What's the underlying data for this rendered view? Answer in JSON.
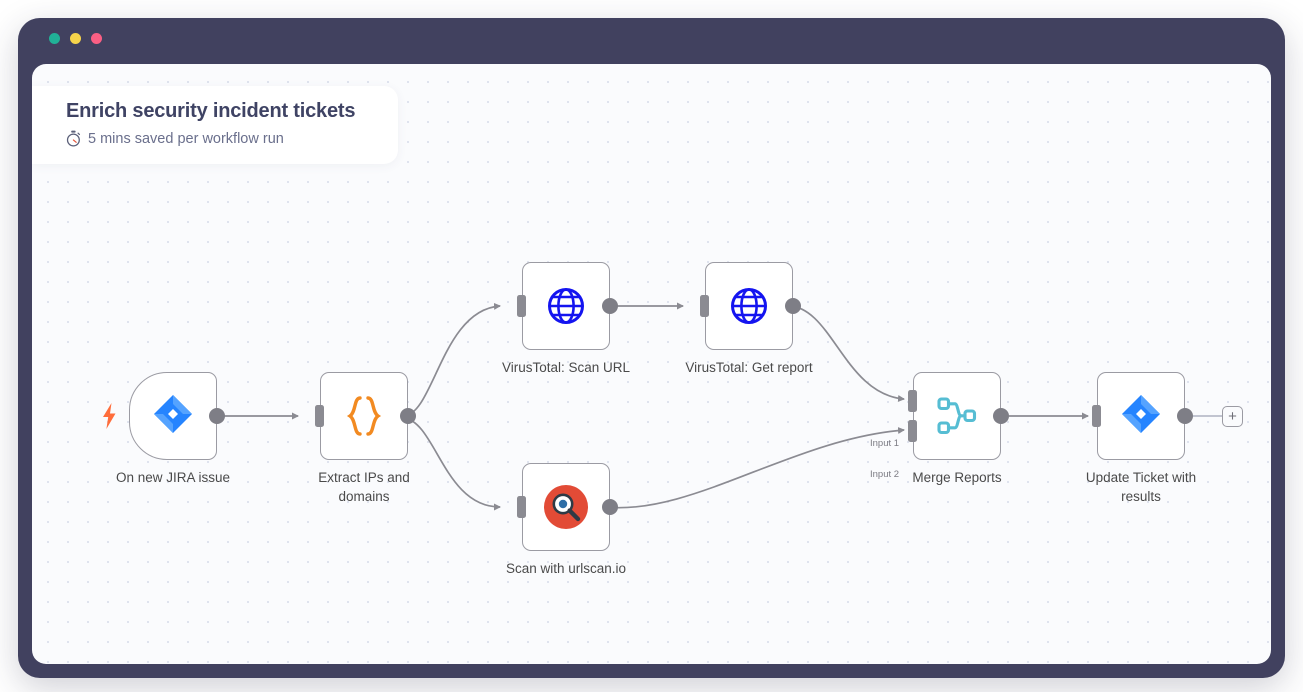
{
  "window": {
    "traffic_lights": [
      {
        "name": "close",
        "color": "#21b197"
      },
      {
        "name": "minimize",
        "color": "#f6d44b"
      },
      {
        "name": "maximize",
        "color": "#fa5f84"
      }
    ]
  },
  "info_card": {
    "title": "Enrich security incident tickets",
    "icon": "stopwatch-icon",
    "subtitle": "5 mins saved per workflow run"
  },
  "canvas": {
    "add_node_button": "+",
    "nodes": [
      {
        "id": "trigger",
        "label": "On new JIRA issue",
        "icon": "jira-icon",
        "type": "trigger",
        "has_bolt": true
      },
      {
        "id": "code",
        "label": "Extract IPs and\ndomains",
        "icon": "code-braces-icon",
        "type": "action"
      },
      {
        "id": "vt-scan",
        "label": "VirusTotal: Scan URL",
        "icon": "globe-icon",
        "type": "action"
      },
      {
        "id": "vt-report",
        "label": "VirusTotal: Get report",
        "icon": "globe-icon",
        "type": "action"
      },
      {
        "id": "urlscan",
        "label": "Scan with urlscan.io",
        "icon": "urlscan-magnifier-icon",
        "type": "action"
      },
      {
        "id": "merge",
        "label": "Merge Reports",
        "icon": "merge-icon",
        "type": "merge",
        "inputs": [
          "Input 1",
          "Input 2"
        ]
      },
      {
        "id": "update",
        "label": "Update Ticket with\nresults",
        "icon": "jira-icon",
        "type": "action"
      }
    ]
  },
  "colors": {
    "chrome": "#41415f",
    "canvas": "#fafbfd",
    "title": "#3f4364",
    "subtitle": "#6a6f8c",
    "node_border": "#9b9ba3",
    "node_label": "#4a4a4a",
    "edge": "#8b8b92",
    "jira_blue": "#2584ff",
    "code_orange": "#f28a21",
    "globe_blue": "#1414f0",
    "urlscan_red": "#e24b36",
    "merge_teal": "#56bdd3",
    "bolt_orange": "#ff6d3b"
  }
}
